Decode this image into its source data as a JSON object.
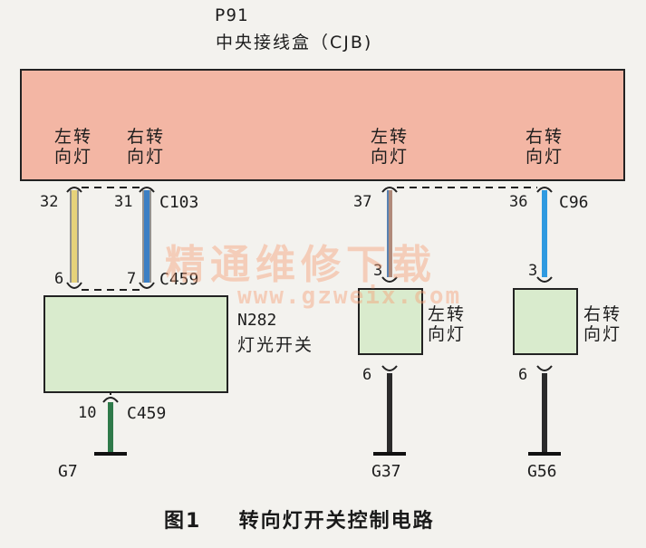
{
  "header": {
    "module_code": "P91",
    "module_name": "中央接线盒（CJB)"
  },
  "cjb_labels": {
    "left_pair_left": [
      "左转",
      "向灯"
    ],
    "left_pair_right": [
      "右转",
      "向灯"
    ],
    "right_pair_left": [
      "左转",
      "向灯"
    ],
    "right_pair_right": [
      "右转",
      "向灯"
    ]
  },
  "pins": {
    "p32": "32",
    "p31": "31",
    "p37": "37",
    "p36": "36",
    "p6": "6",
    "p7": "7",
    "p3a": "3",
    "p3b": "3",
    "p6a": "6",
    "p6b": "6",
    "p10": "10"
  },
  "connectors": {
    "c103": "C103",
    "c96": "C96",
    "c459a": "C459",
    "c459b": "C459"
  },
  "switch": {
    "code": "N282",
    "name": "灯光开关"
  },
  "lamps": {
    "left": [
      "左转",
      "向灯"
    ],
    "right": [
      "右转",
      "向灯"
    ]
  },
  "grounds": {
    "g7": "G7",
    "g37": "G37",
    "g56": "G56"
  },
  "wire_colors": {
    "yellow": "#e6d27a",
    "blue": "#3b7fc4",
    "brown_blue": "#b08a7a",
    "light_blue": "#2f9ae0",
    "green": "#2f7a4a",
    "black": "#2b2b2b"
  },
  "watermark": {
    "text": "精通维修下载",
    "url": "www.gzweix.com"
  },
  "caption": {
    "figure": "图1",
    "title": "转向灯开关控制电路"
  }
}
